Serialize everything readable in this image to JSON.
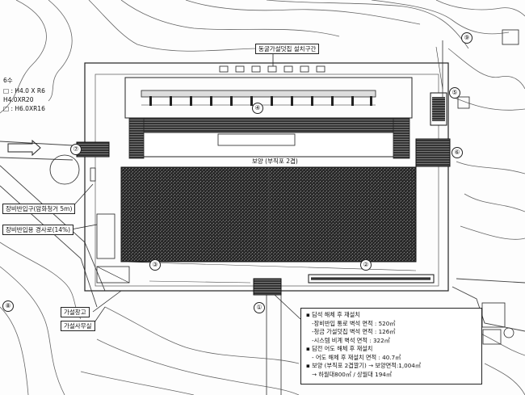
{
  "labels": {
    "scaffold_section": "동굴가설덧집 설치구간",
    "paving": "보양 (부직포 2겹)",
    "equipment_entry": "장비반입구(암화청거 5m)",
    "equipment_ramp": "장비반입용 경사로(14%)",
    "temp_storage": "가설창고",
    "temp_office": "가설사무실"
  },
  "spec_lines": [
    "6수",
    "□ : H4.0 X R6",
    "H4.0XR20",
    "□ : H6.0XR16"
  ],
  "markers": [
    "①",
    "②",
    "③",
    "④",
    "⑤",
    "⑥",
    "⑦",
    "⑧",
    "⑨"
  ],
  "legend": {
    "item1_title": "▪ 담석 해체 후 재설치",
    "item1_lines": [
      "-장비반입 통로 벽석 면적 : 520㎡",
      "-청금 가설덧집 벽석 면적 : 126㎡",
      "-시스템 비계   벽석 면적 : 322㎡"
    ],
    "item2_title": "▪ 담전 어도 해체 후 재설치",
    "item2_lines": [
      "- 어도 해체 후 재설치 면적 : 40.7㎡"
    ],
    "item3_title": "▪ 보양 (부직포 2겹깔기) → 보양면적:1,004㎡",
    "item3_lines": [
      "→ 하월대800㎡ / 상월대 194㎡"
    ]
  }
}
